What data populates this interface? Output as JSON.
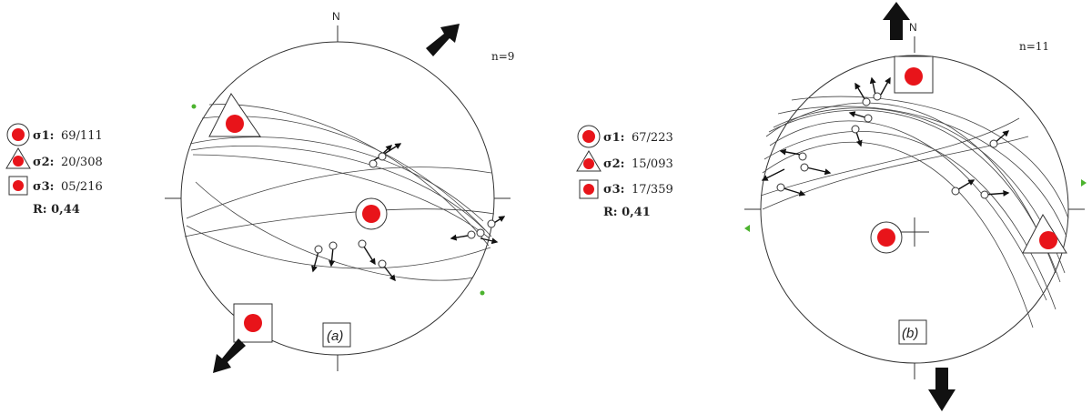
{
  "colors": {
    "stress_symbol": "#e8141a",
    "arrow": "#111111",
    "outline": "#333333",
    "green_marker": "#4cb32e"
  },
  "north_label": "N",
  "panels": [
    {
      "id": "a",
      "label": "(a)",
      "count": "n=9",
      "legend": {
        "sigma1": {
          "label": "σ1:",
          "value": "69/111"
        },
        "sigma2": {
          "label": "σ2:",
          "value": "20/308"
        },
        "sigma3": {
          "label": "σ3:",
          "value": "05/216"
        },
        "ratio": "R: 0,44"
      }
    },
    {
      "id": "b",
      "label": "(b)",
      "count": "n=11",
      "legend": {
        "sigma1": {
          "label": "σ1:",
          "value": "67/223"
        },
        "sigma2": {
          "label": "σ2:",
          "value": "15/093"
        },
        "sigma3": {
          "label": "σ3:",
          "value": "17/359"
        },
        "ratio": "R: 0,41"
      }
    }
  ]
}
